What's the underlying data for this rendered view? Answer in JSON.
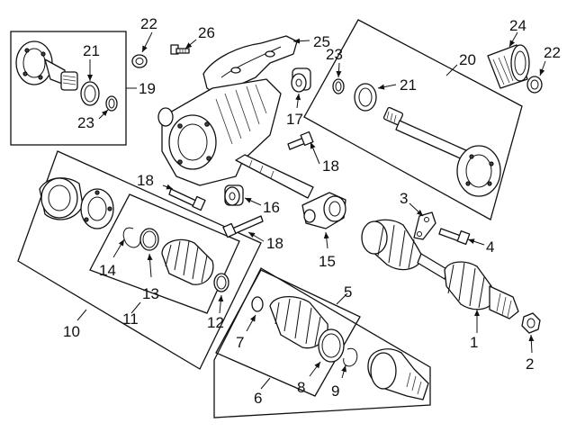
{
  "callouts": {
    "c1": "1",
    "c2": "2",
    "c3": "3",
    "c4": "4",
    "c5": "5",
    "c6": "6",
    "c7": "7",
    "c8": "8",
    "c9": "9",
    "c10": "10",
    "c11": "11",
    "c12": "12",
    "c13": "13",
    "c14": "14",
    "c15": "15",
    "c16": "16",
    "c17": "17",
    "c18a": "18",
    "c18b": "18",
    "c18c": "18",
    "c19": "19",
    "c20": "20",
    "c21a": "21",
    "c21b": "21",
    "c22a": "22",
    "c22b": "22",
    "c23a": "23",
    "c23b": "23",
    "c24": "24",
    "c25": "25",
    "c26": "26"
  }
}
